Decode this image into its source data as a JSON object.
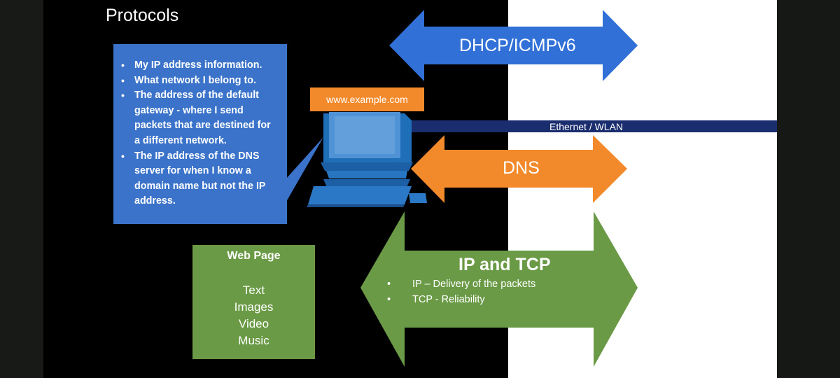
{
  "slide": {
    "title": "Protocols",
    "callout": {
      "items": [
        "My IP address information.",
        "What network I belong to.",
        "The address of the default gateway - where I send packets that are destined for a different network.",
        "The IP address of the DNS server for when I know a domain name but not the IP address."
      ]
    },
    "url_label": "www.example.com",
    "ethernet_label": "Ethernet / WLAN",
    "dhcp_label": "DHCP/ICMPv6",
    "dns_label": "DNS",
    "ip_tcp": {
      "title": "IP and TCP",
      "items": [
        "IP – Delivery of the packets",
        "TCP - Reliability"
      ]
    },
    "web_page": {
      "title": "Web Page",
      "items": [
        "Text",
        "Images",
        "Video",
        "Music"
      ]
    }
  },
  "colors": {
    "blue_box": "#3a73c9",
    "orange": "#f28a2b",
    "green": "#6a9a45",
    "ethernet": "#1a2d6e"
  },
  "icons": [
    "computer-icon"
  ]
}
